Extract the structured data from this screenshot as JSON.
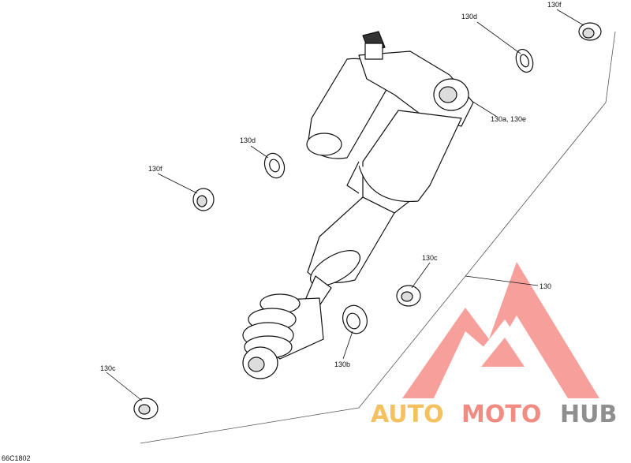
{
  "diagram_id": "66C1802",
  "callouts": {
    "c130d_top": "130d",
    "c130f_top": "130f",
    "c130a_130e": "130a, 130e",
    "c130d_left": "130d",
    "c130f_left": "130f",
    "c130c_mid": "130c",
    "c130": "130",
    "c130b": "130b",
    "c130c_bottom": "130c"
  },
  "watermark": {
    "part1": "AUTO",
    "part2": "MOTO",
    "part3": "HUB",
    "color_auto": "#f4c15e",
    "color_moto": "#f28b82",
    "color_hub": "#8f8f8f",
    "logo_color": "#f36b63"
  }
}
